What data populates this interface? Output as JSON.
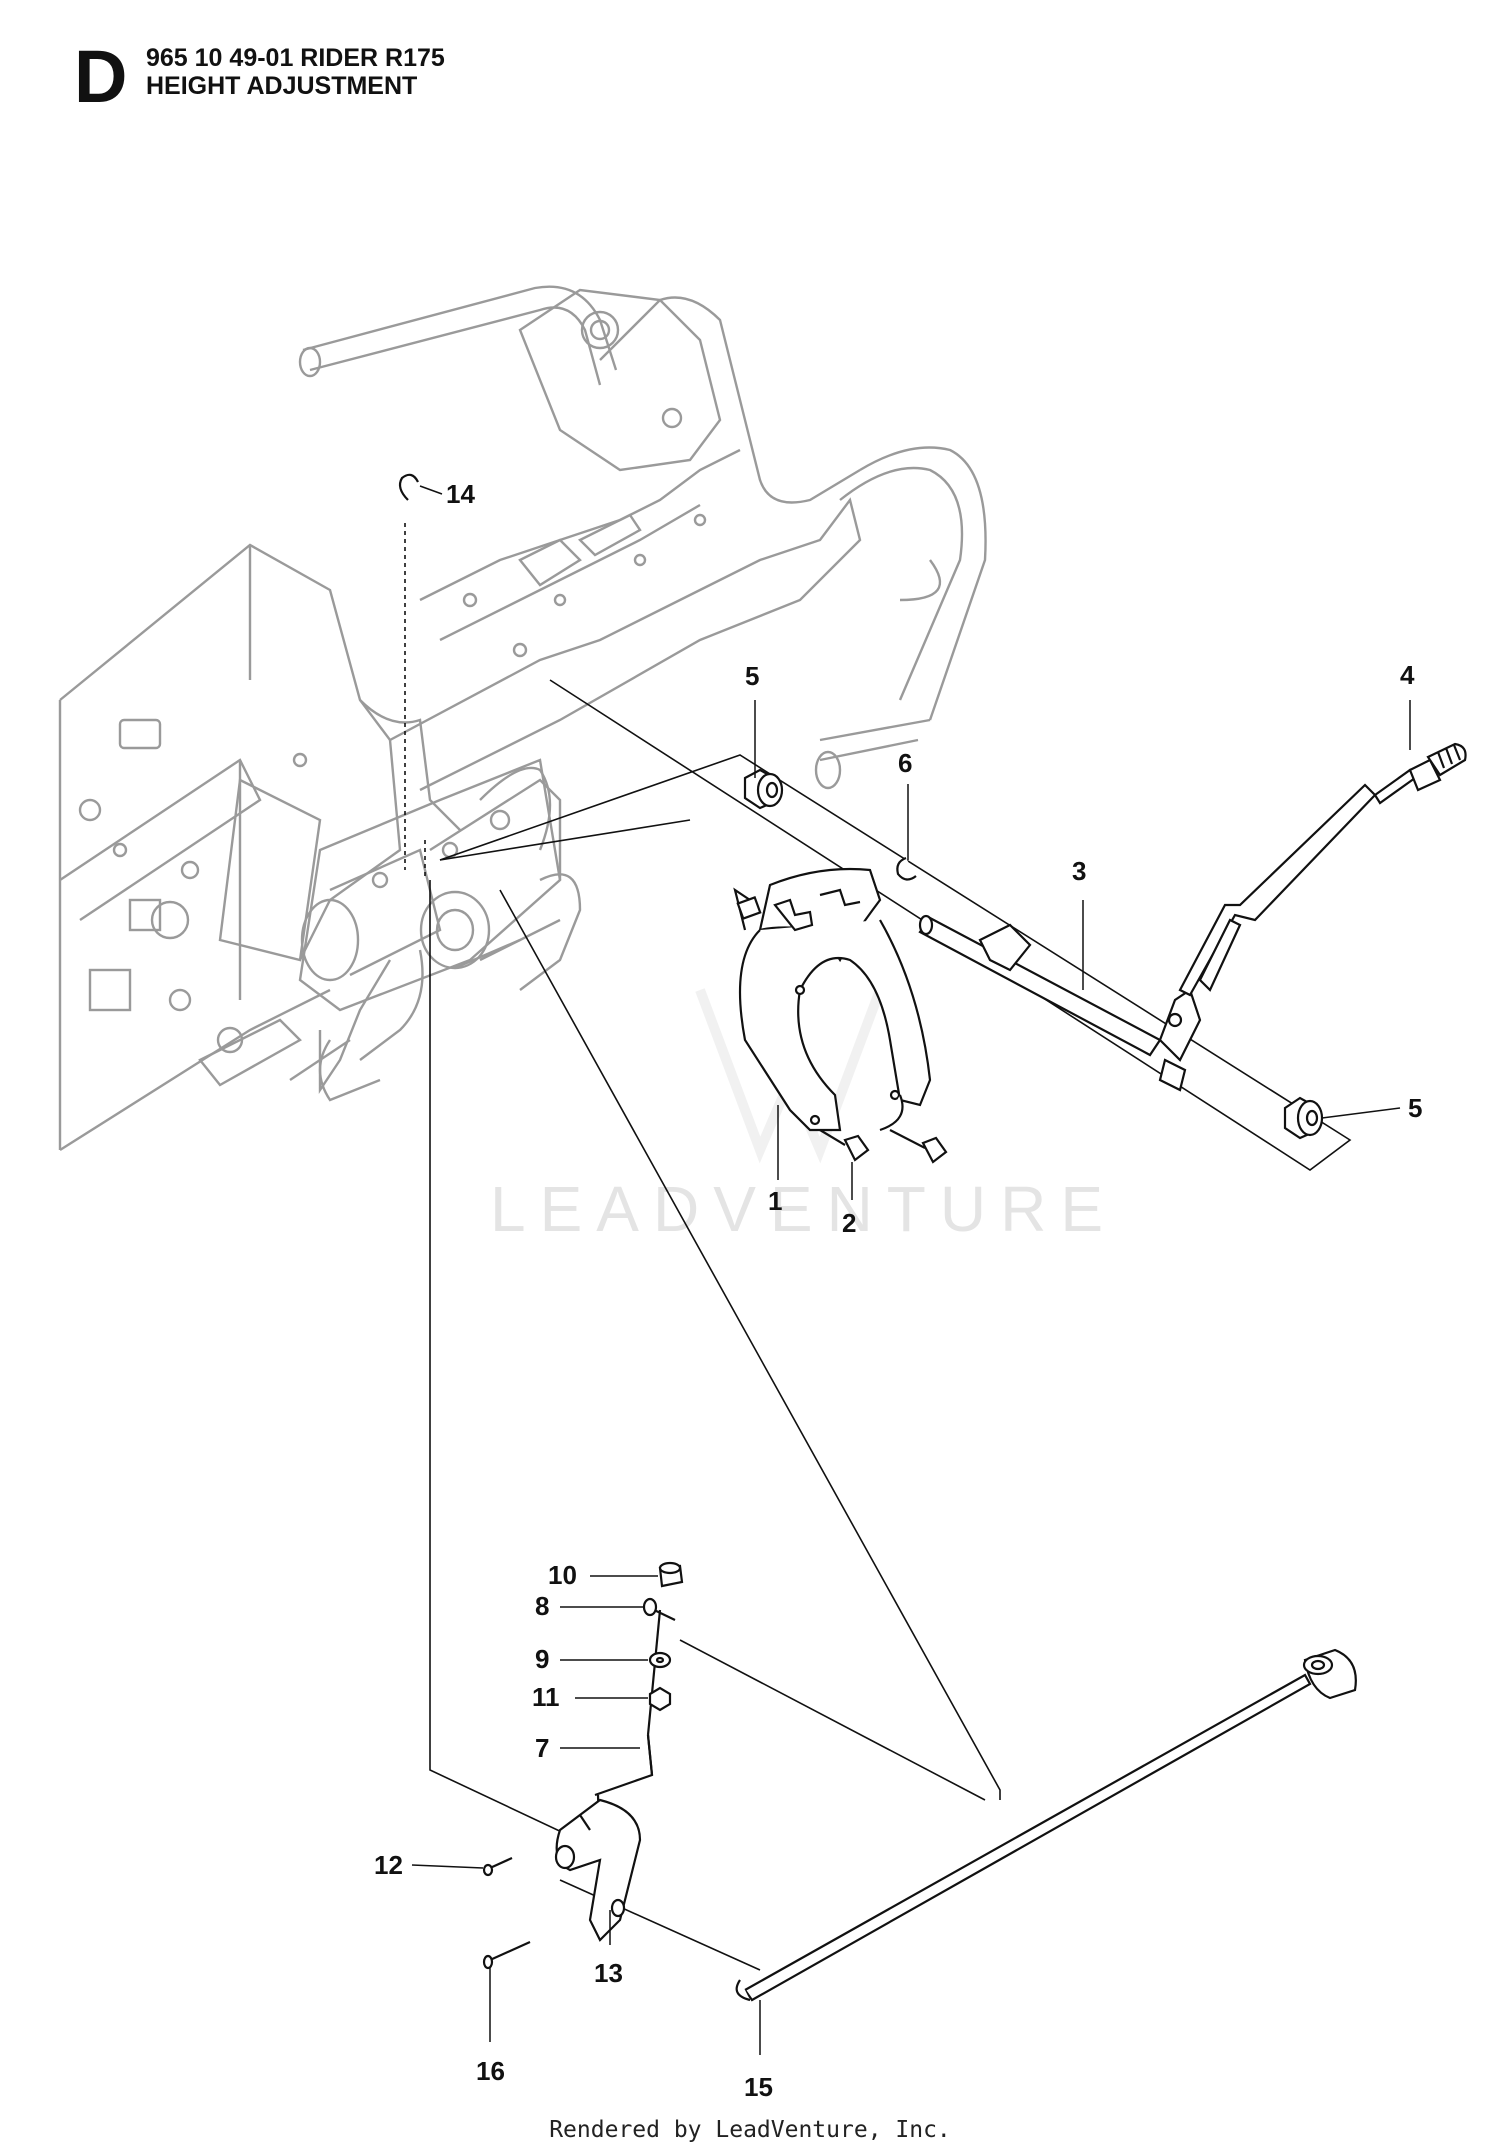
{
  "header": {
    "section_letter": "D",
    "title_line1": "965 10 49-01 RIDER R175",
    "title_line2": "HEIGHT ADJUSTMENT"
  },
  "watermark": "LEADVENTURE",
  "footer": "Rendered by LeadVenture, Inc.",
  "callouts": {
    "c1": "1",
    "c2": "2",
    "c3": "3",
    "c4": "4",
    "c5a": "5",
    "c5b": "5",
    "c6": "6",
    "c7": "7",
    "c8": "8",
    "c9": "9",
    "c10": "10",
    "c11": "11",
    "c12": "12",
    "c13": "13",
    "c14": "14",
    "c15": "15",
    "c16": "16"
  }
}
